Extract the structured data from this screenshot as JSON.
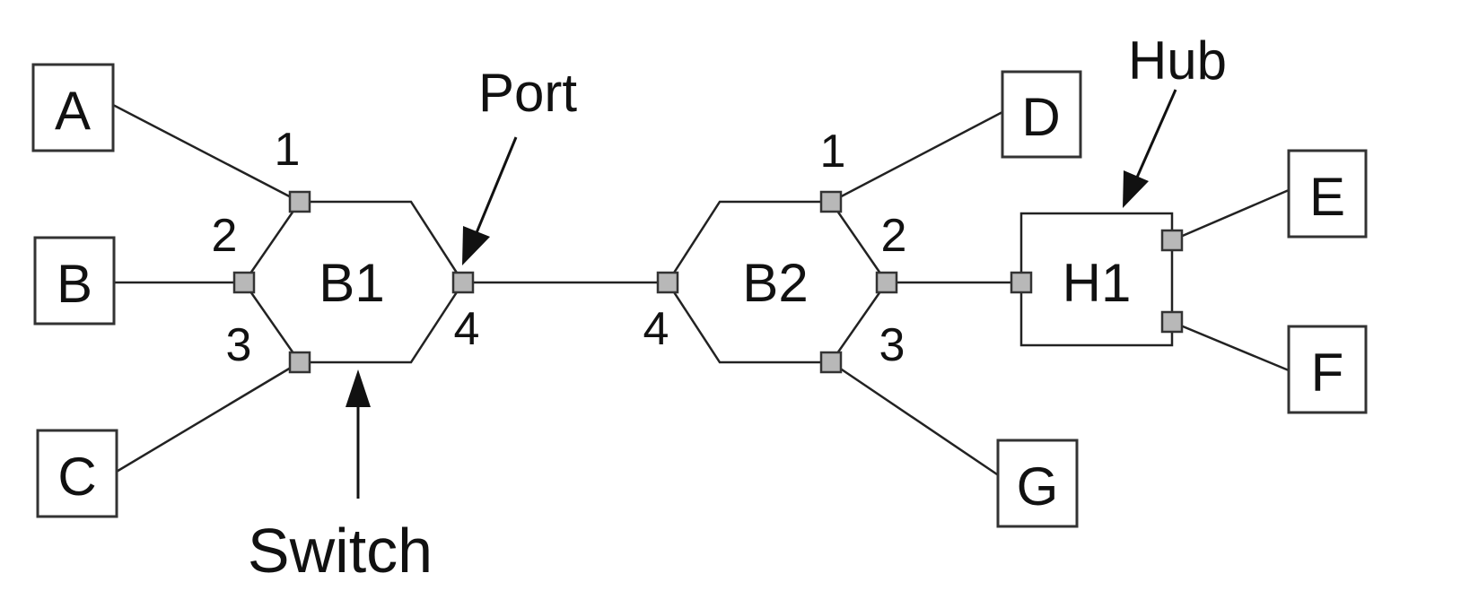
{
  "hosts": {
    "A": "A",
    "B": "B",
    "C": "C",
    "D": "D",
    "E": "E",
    "F": "F",
    "G": "G"
  },
  "switches": {
    "b1": {
      "label": "B1",
      "ports": {
        "p1": "1",
        "p2": "2",
        "p3": "3",
        "p4": "4"
      }
    },
    "b2": {
      "label": "B2",
      "ports": {
        "p1": "1",
        "p2": "2",
        "p3": "3",
        "p4": "4"
      }
    }
  },
  "hub": {
    "label": "H1"
  },
  "annotations": {
    "port": "Port",
    "switch": "Switch",
    "hub": "Hub"
  }
}
